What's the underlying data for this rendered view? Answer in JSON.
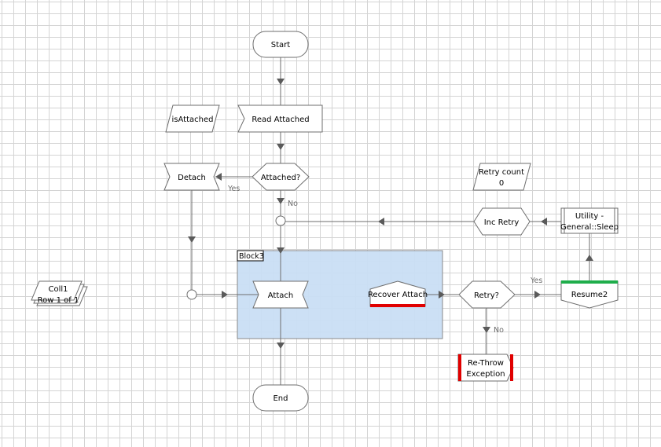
{
  "diagram": {
    "start": "Start",
    "read_attached": "Read Attached",
    "is_attached": "isAttached",
    "attached_decision": "Attached?",
    "detach": "Detach",
    "yes_label_detach": "Yes",
    "no_label_attached": "No",
    "retry_count_line1": "Retry count",
    "retry_count_line2": "0",
    "inc_retry": "Inc Retry",
    "utility_line1": "Utility -",
    "utility_line2": "General::Sleep",
    "block_label": "Block3",
    "attach": "Attach",
    "recover_attach": "Recover Attach",
    "retry_decision": "Retry?",
    "yes_label_retry": "Yes",
    "resume": "Resume2",
    "no_label_retry": "No",
    "rethrow_line1": "Re-Throw",
    "rethrow_line2": "Exception",
    "coll_line1": "Coll1",
    "coll_line2": "Row 1 of 1",
    "end": "End"
  },
  "colors": {
    "block_fill": "#c9def4",
    "block_border": "#8a8a8a",
    "recover_bar": "#e00000",
    "resume_bar": "#1fae4b",
    "rethrow_bar": "#e00000",
    "connector": "#6e6e6e"
  }
}
